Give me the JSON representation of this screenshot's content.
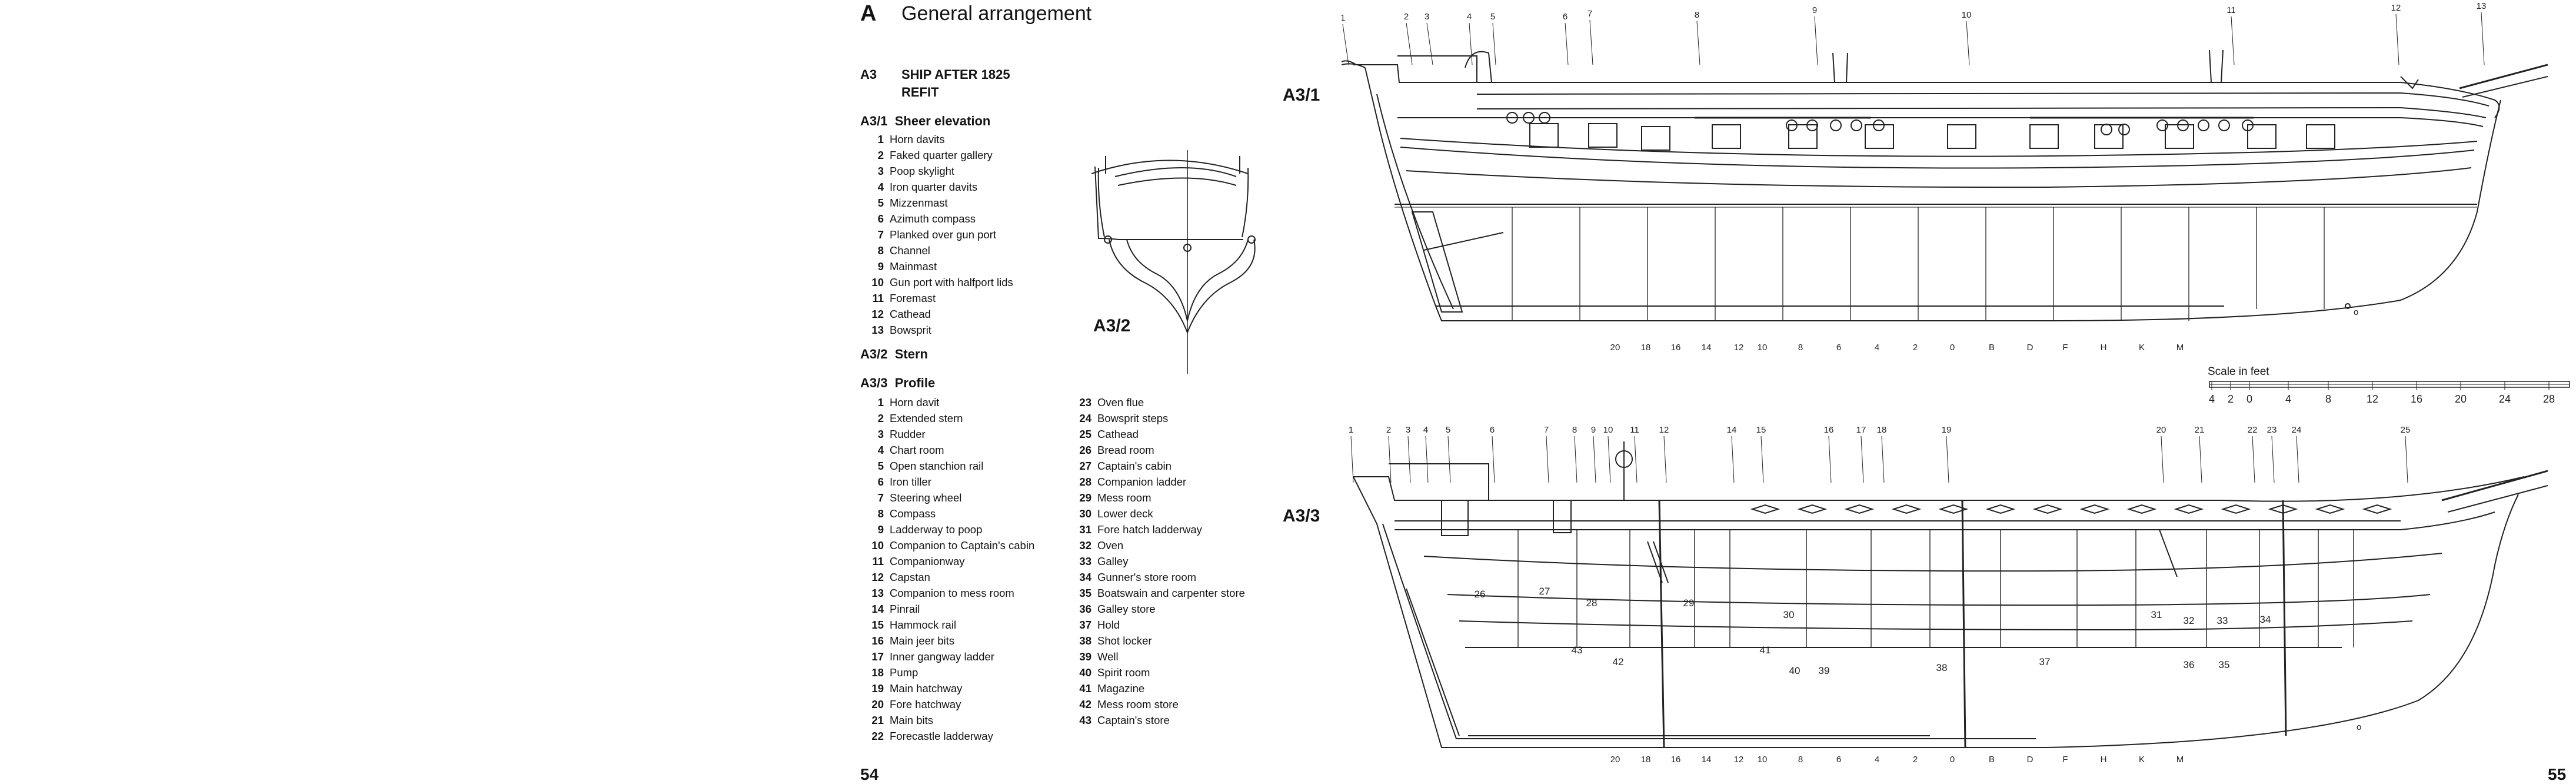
{
  "section": {
    "letter": "A",
    "title": "General arrangement"
  },
  "heading": {
    "code": "A3",
    "title_line1": "SHIP AFTER 1825",
    "title_line2": "REFIT"
  },
  "sheer": {
    "code": "A3/1",
    "title": "Sheer elevation",
    "items": [
      {
        "n": "1",
        "label": "Horn davits"
      },
      {
        "n": "2",
        "label": "Faked quarter gallery"
      },
      {
        "n": "3",
        "label": "Poop skylight"
      },
      {
        "n": "4",
        "label": "Iron quarter davits"
      },
      {
        "n": "5",
        "label": "Mizzenmast"
      },
      {
        "n": "6",
        "label": "Azimuth compass"
      },
      {
        "n": "7",
        "label": "Planked over gun port"
      },
      {
        "n": "8",
        "label": "Channel"
      },
      {
        "n": "9",
        "label": "Mainmast"
      },
      {
        "n": "10",
        "label": "Gun port with halfport lids"
      },
      {
        "n": "11",
        "label": "Foremast"
      },
      {
        "n": "12",
        "label": "Cathead"
      },
      {
        "n": "13",
        "label": "Bowsprit"
      }
    ]
  },
  "stern": {
    "code": "A3/2",
    "title": "Stern"
  },
  "profile": {
    "code": "A3/3",
    "title": "Profile",
    "items_left": [
      {
        "n": "1",
        "label": "Horn davit"
      },
      {
        "n": "2",
        "label": "Extended stern"
      },
      {
        "n": "3",
        "label": "Rudder"
      },
      {
        "n": "4",
        "label": "Chart room"
      },
      {
        "n": "5",
        "label": "Open stanchion rail"
      },
      {
        "n": "6",
        "label": "Iron tiller"
      },
      {
        "n": "7",
        "label": "Steering wheel"
      },
      {
        "n": "8",
        "label": "Compass"
      },
      {
        "n": "9",
        "label": "Ladderway to poop"
      },
      {
        "n": "10",
        "label": "Companion to Captain's cabin"
      },
      {
        "n": "11",
        "label": "Companionway"
      },
      {
        "n": "12",
        "label": "Capstan"
      },
      {
        "n": "13",
        "label": "Companion to mess room"
      },
      {
        "n": "14",
        "label": "Pinrail"
      },
      {
        "n": "15",
        "label": "Hammock rail"
      },
      {
        "n": "16",
        "label": "Main jeer bits"
      },
      {
        "n": "17",
        "label": "Inner gangway ladder"
      },
      {
        "n": "18",
        "label": "Pump"
      },
      {
        "n": "19",
        "label": "Main hatchway"
      },
      {
        "n": "20",
        "label": "Fore hatchway"
      },
      {
        "n": "21",
        "label": "Main bits"
      },
      {
        "n": "22",
        "label": "Forecastle ladderway"
      }
    ],
    "items_right": [
      {
        "n": "23",
        "label": "Oven flue"
      },
      {
        "n": "24",
        "label": "Bowsprit steps"
      },
      {
        "n": "25",
        "label": "Cathead"
      },
      {
        "n": "26",
        "label": "Bread room"
      },
      {
        "n": "27",
        "label": "Captain's cabin"
      },
      {
        "n": "28",
        "label": "Companion ladder"
      },
      {
        "n": "29",
        "label": "Mess room"
      },
      {
        "n": "30",
        "label": "Lower deck"
      },
      {
        "n": "31",
        "label": "Fore hatch ladderway"
      },
      {
        "n": "32",
        "label": "Oven"
      },
      {
        "n": "33",
        "label": "Galley"
      },
      {
        "n": "34",
        "label": "Gunner's store room"
      },
      {
        "n": "35",
        "label": "Boatswain and carpenter store"
      },
      {
        "n": "36",
        "label": "Galley store"
      },
      {
        "n": "37",
        "label": "Hold"
      },
      {
        "n": "38",
        "label": "Shot locker"
      },
      {
        "n": "39",
        "label": "Well"
      },
      {
        "n": "40",
        "label": "Spirit room"
      },
      {
        "n": "41",
        "label": "Magazine"
      },
      {
        "n": "42",
        "label": "Mess room store"
      },
      {
        "n": "43",
        "label": "Captain's store"
      }
    ]
  },
  "pages": {
    "left": "54",
    "right": "55"
  },
  "scale": {
    "title": "Scale in feet",
    "ticks": [
      "4",
      "2",
      "0",
      "4",
      "8",
      "12",
      "16",
      "20",
      "24",
      "28"
    ]
  },
  "frame_stations": [
    "20",
    "18",
    "16",
    "14",
    "12",
    "10",
    "8",
    "6",
    "4",
    "2",
    "0",
    "B",
    "D",
    "F",
    "H",
    "K",
    "M"
  ],
  "sheer_callouts": [
    "1",
    "2",
    "3",
    "4",
    "5",
    "6",
    "7",
    "8",
    "9",
    "10",
    "11",
    "12",
    "13"
  ],
  "profile_callouts": [
    "1",
    "2",
    "3",
    "4",
    "5",
    "6",
    "7",
    "8",
    "9",
    "10",
    "11",
    "12",
    "14",
    "15",
    "16",
    "17",
    "18",
    "19",
    "20",
    "21",
    "22",
    "23",
    "24",
    "25"
  ],
  "profile_rooms": [
    "26",
    "27",
    "28",
    "29",
    "30",
    "31",
    "32",
    "33",
    "34",
    "35",
    "36",
    "37",
    "38",
    "39",
    "40",
    "41",
    "42",
    "43"
  ],
  "hull_marks": {
    "sheer_aft": "o",
    "profile_aft": "o"
  }
}
